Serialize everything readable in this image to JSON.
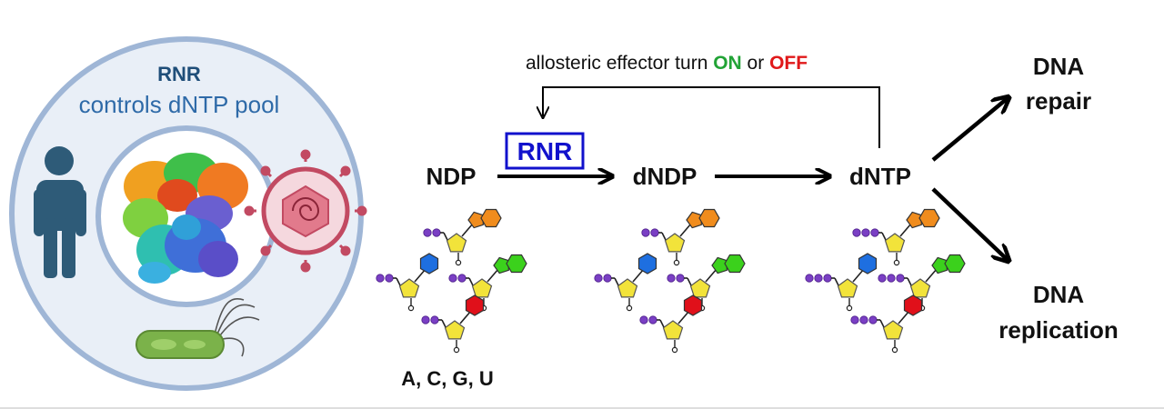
{
  "circle": {
    "title": "RNR",
    "subtitle": "controls dNTP pool"
  },
  "feedback": {
    "prefix": "allosteric effector turn ",
    "on": "ON",
    "middle": " or ",
    "off": "OFF"
  },
  "pathway": {
    "enzyme": "RNR",
    "substrate": "NDP",
    "intermediate": "dNDP",
    "product": "dNTP",
    "bases_caption": "A, C, G, U"
  },
  "outcomes": {
    "repair_line1": "DNA",
    "repair_line2": "repair",
    "replication_line1": "DNA",
    "replication_line2": "replication"
  },
  "colors": {
    "circle_title": "#1f4e79",
    "circle_subtitle": "#2e6aa8",
    "circle_fill": "#e9eff7",
    "circle_ring": "#9fb6d6",
    "on": "#22a336",
    "off": "#e0191a",
    "enzyme_box": "#1111cc",
    "human": "#2e5b78",
    "virus": "#c24a62",
    "bacterium": "#7bb24a",
    "phosphate": "#7a3fc4",
    "sugar": "#f2e33a",
    "base_orange": "#f08c1d",
    "base_blue": "#1e6fe0",
    "base_green": "#3bd11c",
    "base_red": "#e0101a"
  },
  "icons": [
    "human-figure-icon",
    "rnr-protein-icon",
    "virus-icon",
    "bacterium-icon",
    "nucleotide-icon"
  ]
}
